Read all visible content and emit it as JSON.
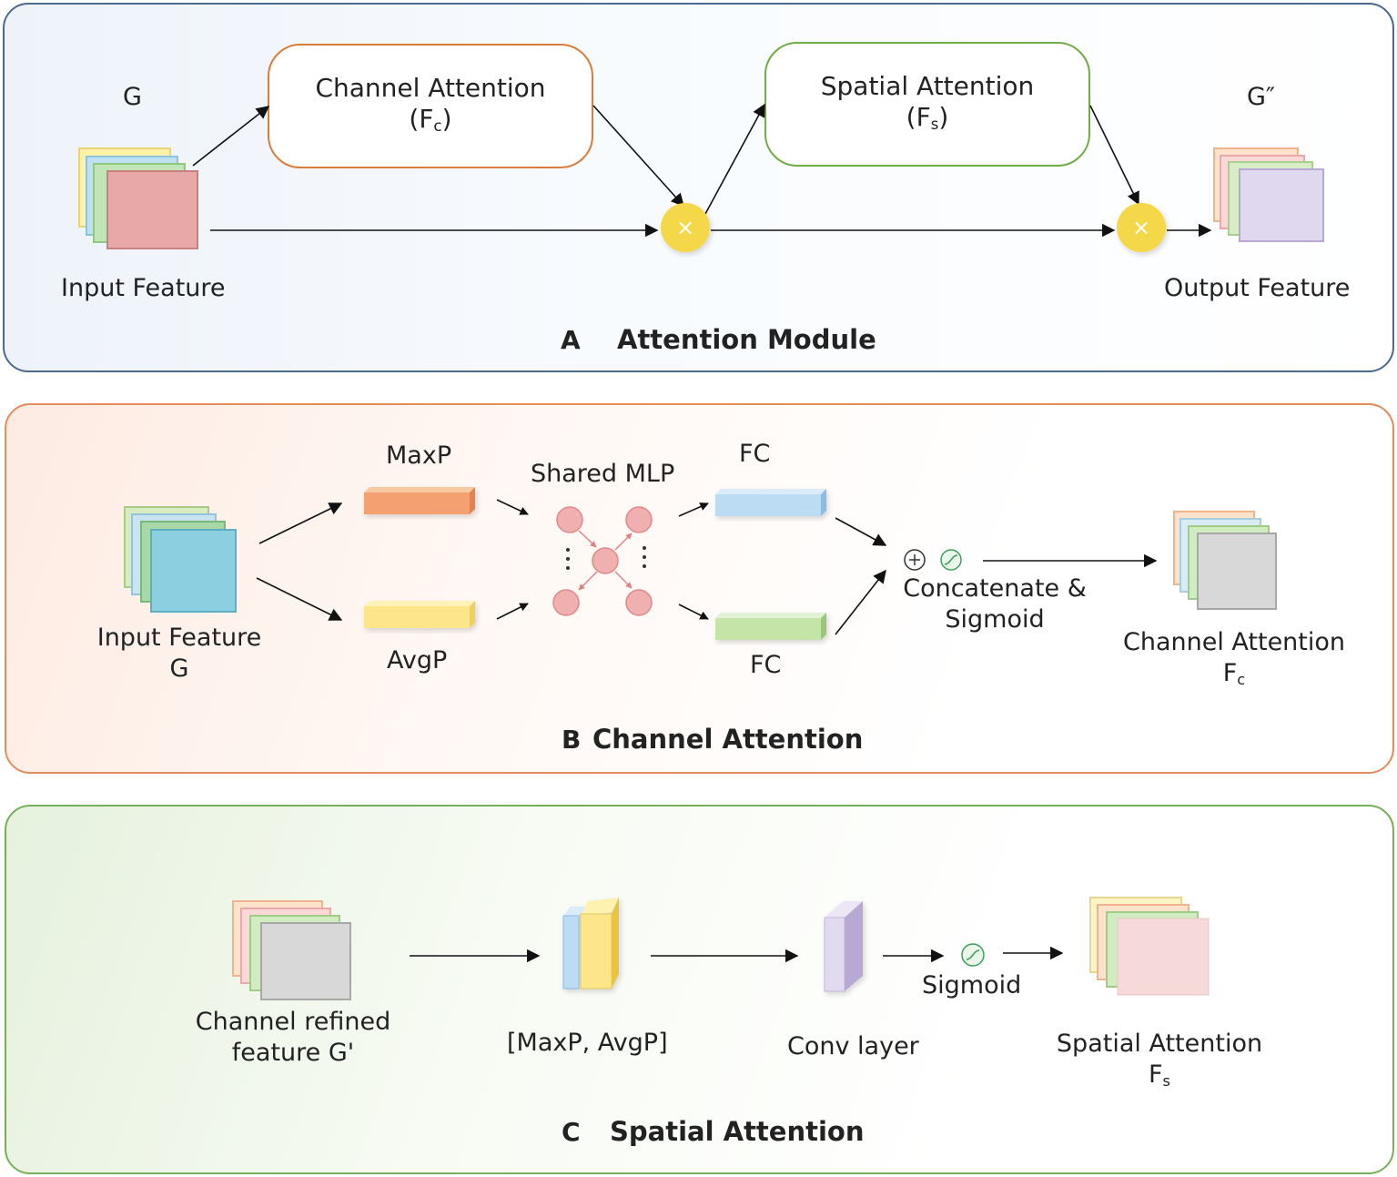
{
  "panel_a": {
    "letter": "A",
    "title": "Attention Module",
    "label_g": "G",
    "label_g_out": "G″",
    "input_label": "Input Feature",
    "output_label": "Output Feature",
    "channel_box": {
      "line1": "Channel Attention",
      "line2_open": "(F",
      "line2_sub": "c",
      "line2_close": ")"
    },
    "spatial_box": {
      "line1": "Spatial Attention",
      "line2_open": "(F",
      "line2_sub": "s",
      "line2_close": ")"
    },
    "multiply_symbol": "×"
  },
  "panel_b": {
    "letter": "B",
    "title": "Channel Attention",
    "input_line1": "Input Feature",
    "input_line2": "G",
    "maxp": "MaxP",
    "avgp": "AvgP",
    "shared_mlp": "Shared MLP",
    "fc_top": "FC",
    "fc_bottom": "FC",
    "concat_line1": "Concatenate &",
    "concat_line2": "Sigmoid",
    "output_line1": "Channel Attention",
    "output_main": "F",
    "output_sub": "c",
    "plus_symbol": "+"
  },
  "panel_c": {
    "letter": "C",
    "title": "Spatial Attention",
    "input_line1": "Channel refined",
    "input_line2": "feature G'",
    "pool_label": "[MaxP, AvgP]",
    "conv_label": "Conv layer",
    "sigmoid_label": "Sigmoid",
    "output_line1": "Spatial Attention",
    "output_main": "F",
    "output_sub": "s"
  },
  "colors": {
    "panel_a_border": "#4a6a8f",
    "panel_b_border": "#e28d5b",
    "panel_c_border": "#76b05a",
    "multiply_node": "#f5d84a",
    "mlp_node": "#f0a8a8"
  }
}
